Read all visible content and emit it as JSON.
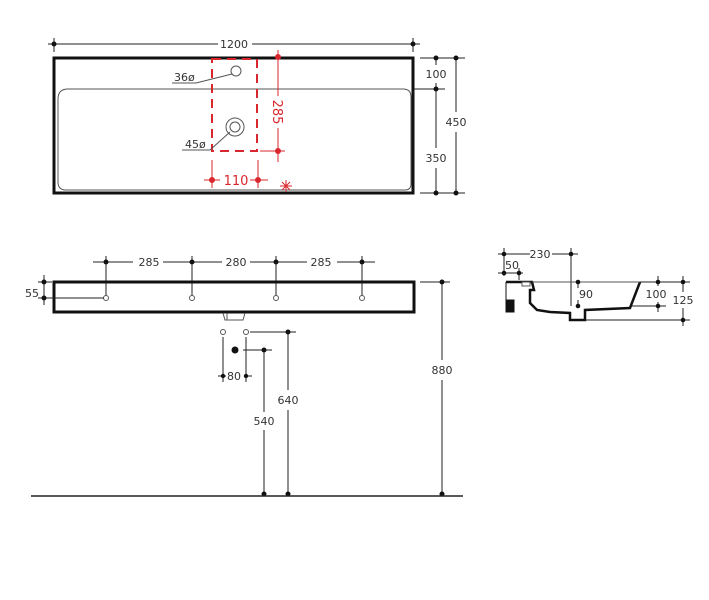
{
  "drawing": {
    "subject": "Washbasin technical drawing",
    "units": "mm",
    "colors": {
      "line": "#111111",
      "accent": "#d9272e",
      "background": "#ffffff"
    }
  },
  "top_view": {
    "width_label": "1200",
    "depth_total_label": "450",
    "rim_depth_label": "100",
    "bowl_depth_label": "350",
    "tap_hole_label": "36ø",
    "waste_hole_label": "45ø",
    "red_vertical_label": "285",
    "red_horizontal_label": "110"
  },
  "front_view": {
    "spacing_labels": [
      "285",
      "280",
      "285"
    ],
    "height_label": "55",
    "install_height_label": "880",
    "supply_spacing_label": "80",
    "supply_height_label": "640",
    "waste_height_label": "540"
  },
  "side_view": {
    "depth_label": "230",
    "rim_label": "50",
    "drain_label": "90",
    "bowl_height_label": "100",
    "total_height_label": "125"
  }
}
